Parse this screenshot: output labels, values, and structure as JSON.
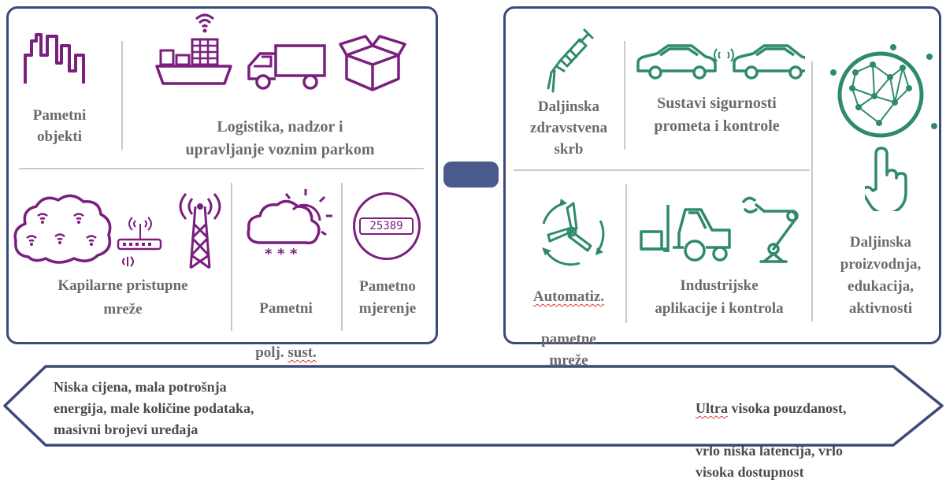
{
  "colors": {
    "purple": "#7a1f7e",
    "green": "#2f8a6d",
    "frame": "#3b4a78",
    "separator": "#c9c9c9",
    "text": "#6b6b6b"
  },
  "left_panel": {
    "smart_buildings": "Pametni\nobjekti",
    "logistics": "Logistika, nadzor i\nupravljanje  voznim parkom",
    "capillary_networks": "Kapilarne pristupne\nmreže",
    "smart_agri_line1": "Pametni",
    "smart_agri_line2a": "polj. ",
    "smart_agri_line2b": "sust.",
    "smart_metering": "Pametno\nmjerenje",
    "meter_display": "25389"
  },
  "right_panel": {
    "remote_healthcare": "Daljinska\nzdravstvena\nskrb",
    "traffic_safety": "Sustavi sigurnosti\nprometa i kontrole",
    "remote_production": "Daljinska\nproizvodnja,\nedukacija,\naktivnosti",
    "smart_grids_word1": "Automatiz.",
    "smart_grids_rest": "pametne\nmreže",
    "industrial": "Industrijske\naplikacije i kontrola"
  },
  "bottom_arrow": {
    "left_text": "Niska  cijena, mala potrošnja\nenergija, male količine podataka,\nmasivni brojevi uređaja",
    "right_word1": "Ultra",
    "right_line1_rest": " visoka pouzdanost,",
    "right_rest": "vrlo niska latencija, vrlo\nvisoka dostupnost"
  }
}
